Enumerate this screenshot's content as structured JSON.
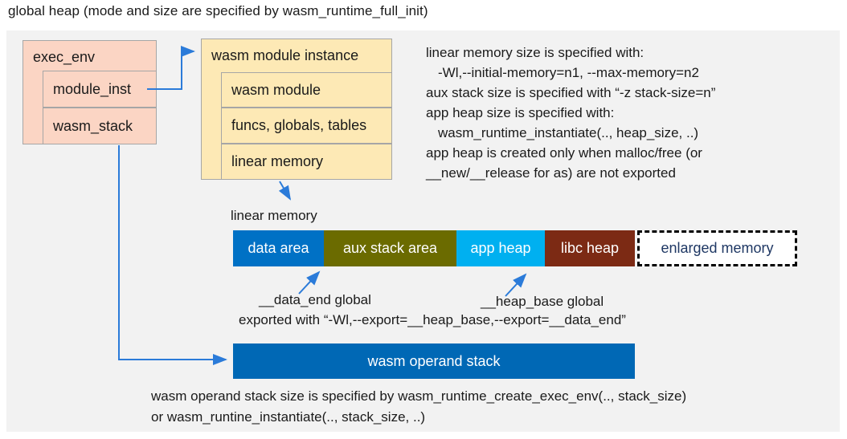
{
  "title": "global heap (mode and size are specified by wasm_runtime_full_init)",
  "exec_env": {
    "label": "exec_env",
    "children": [
      {
        "label": "module_inst"
      },
      {
        "label": "wasm_stack"
      }
    ]
  },
  "module_instance": {
    "label": "wasm module instance",
    "children": [
      {
        "label": "wasm module"
      },
      {
        "label": "funcs, globals, tables"
      },
      {
        "label": "linear memory"
      }
    ]
  },
  "notes_right": {
    "lines": [
      {
        "text": "linear memory size is specified with:"
      },
      {
        "text": "-Wl,--initial-memory=n1, --max-memory=n2"
      },
      {
        "text": "aux stack size is specified with “-z stack-size=n”"
      },
      {
        "text": "app heap size is specified with:"
      },
      {
        "text": "wasm_runtime_instantiate(.., heap_size, ..)"
      },
      {
        "text": "app heap is created only when malloc/free (or"
      },
      {
        "text": "__new/__release for as) are not exported"
      }
    ]
  },
  "linear_memory": {
    "label": "linear memory",
    "segments": [
      {
        "label": "data area",
        "color": "#0071c5",
        "text_color": "#ffffff"
      },
      {
        "label": "aux stack area",
        "color": "#6b6b00",
        "text_color": "#ffffff"
      },
      {
        "label": "app heap",
        "color": "#00b0f0",
        "text_color": "#ffffff"
      },
      {
        "label": "libc heap",
        "color": "#7c2a14",
        "text_color": "#ffffff"
      },
      {
        "label": "enlarged memory",
        "color": "#ffffff",
        "text_color": "#1f3864",
        "border": "dashed"
      }
    ]
  },
  "annotations": {
    "data_end": "__data_end global",
    "heap_base": "__heap_base global",
    "exported": "exported with “-Wl,--export=__heap_base,--export=__data_end”"
  },
  "operand_stack": {
    "label": "wasm operand stack",
    "notes": [
      {
        "text": "wasm operand stack size is specified by wasm_runtime_create_exec_env(.., stack_size)"
      },
      {
        "text": "or wasm_runtine_instantiate(.., stack_size, ..)"
      }
    ]
  },
  "colors": {
    "panel_background": "#f2f2f2",
    "struct_pink": "#fbd5c4",
    "struct_cream": "#fde9b5",
    "struct_border": "#a6a6a6",
    "arrow_blue": "#2b7bd9",
    "operand_stack_blue": "#0068b5",
    "enlarged_memory_text": "#1f3864"
  }
}
